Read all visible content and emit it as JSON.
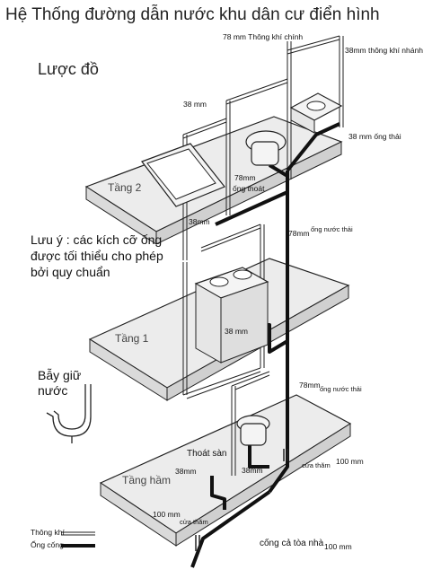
{
  "title": "Hệ Thống đường dẫn nước khu dân cư điển hình",
  "subtitle": "Lược đồ",
  "note": "Lưu ý : các kích cỡ ống được tối thiểu cho phép bởi quy chuẩn",
  "trap_title": "Bẫy giữ nước",
  "floors": {
    "floor2": "Tầng 2",
    "floor1": "Tầng 1",
    "basement": "Tầng hầm"
  },
  "labels": {
    "main_vent": "78 mm Thông khí chính",
    "branch_vent": "38mm thông khí nhánh",
    "vent_38_top": "38 mm",
    "waste_38": "38 mm ống thải",
    "drain_78_l2": "78mm",
    "drain_pipe_l2": "ống thoát",
    "pipe_38_l2": "38mm",
    "waste_78_l2": "78mm",
    "waste_pipe_l2": "ống nước thải",
    "pipe_38_l1": "38 mm",
    "waste_78_l1": "78mm",
    "waste_pipe_l1": "ống nước thải",
    "floor_drain": "Thoát sàn",
    "pipe_38_b_left": "38mm",
    "pipe_38_b_mid": "38mm",
    "cleanout_right": "cửa thăm",
    "pipe_100_right": "100 mm",
    "pipe_100_left": "100 mm",
    "cleanout_left": "cửa thăm",
    "building_sewer": "cống cả tòa nhà",
    "pipe_100_bottom": "100 mm"
  },
  "legend": {
    "vent": "Thông khí",
    "sewer": "Ống cống"
  },
  "colors": {
    "line": "#222222",
    "slab_fill": "#ececec",
    "fixture_fill": "#f4f4f4"
  }
}
